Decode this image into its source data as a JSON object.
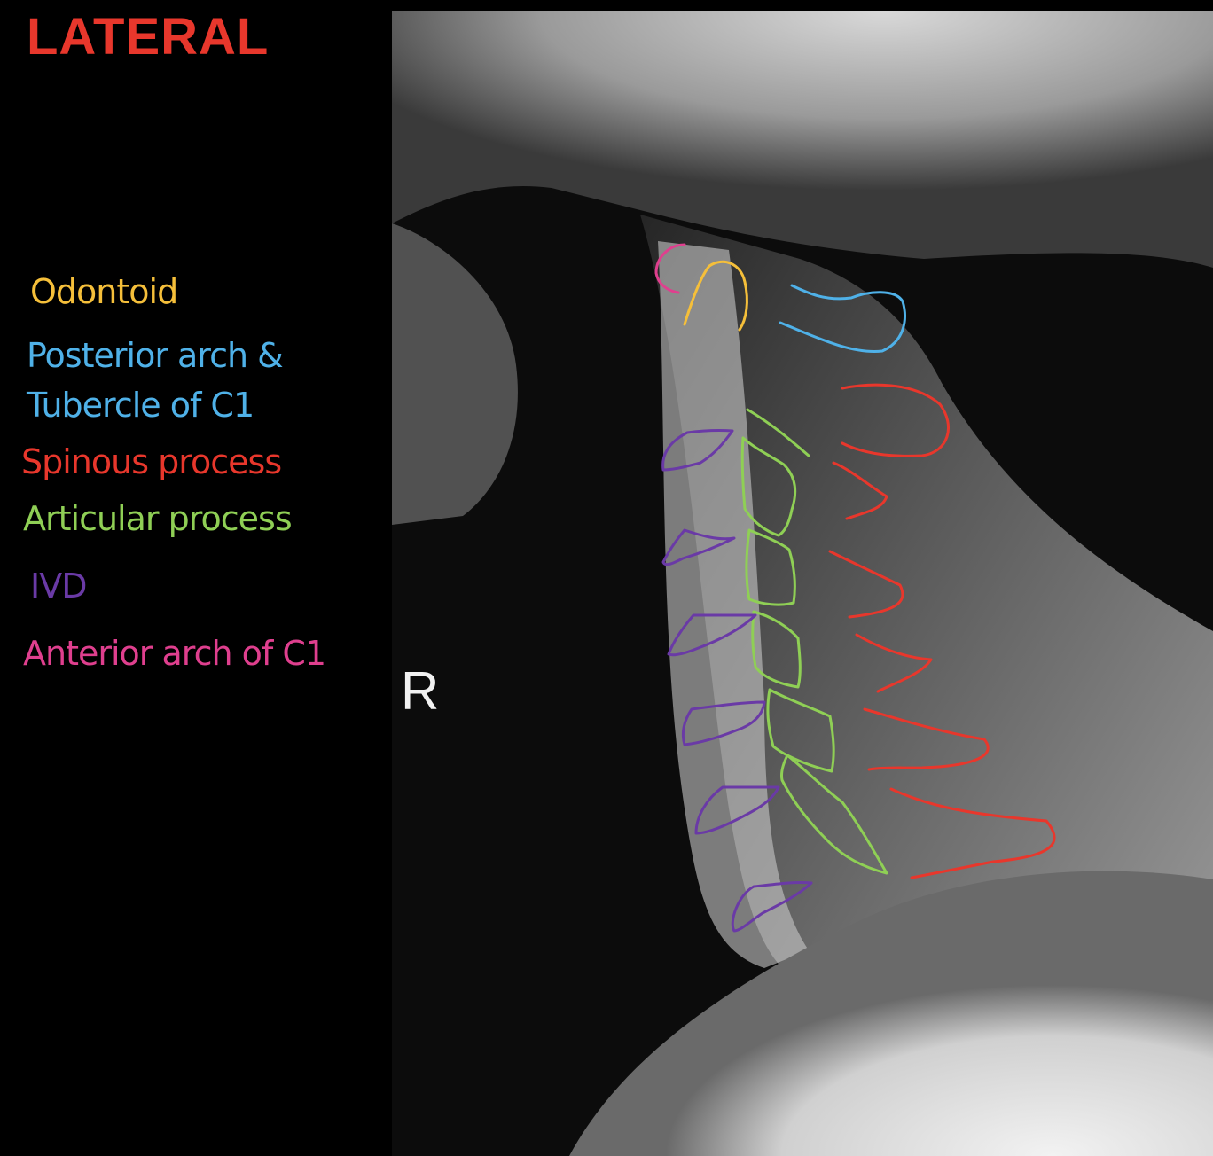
{
  "title": {
    "text": "LATERAL",
    "color": "#e8372c"
  },
  "legend": [
    {
      "label": "Odontoid",
      "color": "#f5bf3a"
    },
    {
      "label": "Posterior arch &",
      "color": "#4fb1e8"
    },
    {
      "label": "Tubercle of C1",
      "color": "#4fb1e8"
    },
    {
      "label": "Spinous process",
      "color": "#e8372c"
    },
    {
      "label": "Articular process",
      "color": "#8fcf55"
    },
    {
      "label": "IVD",
      "color": "#6a3aa6"
    },
    {
      "label": "Anterior arch of C1",
      "color": "#df3f8e"
    }
  ],
  "image": {
    "description": "Lateral cervical spine radiograph with colored anatomical outlines",
    "side_marker": "R"
  }
}
